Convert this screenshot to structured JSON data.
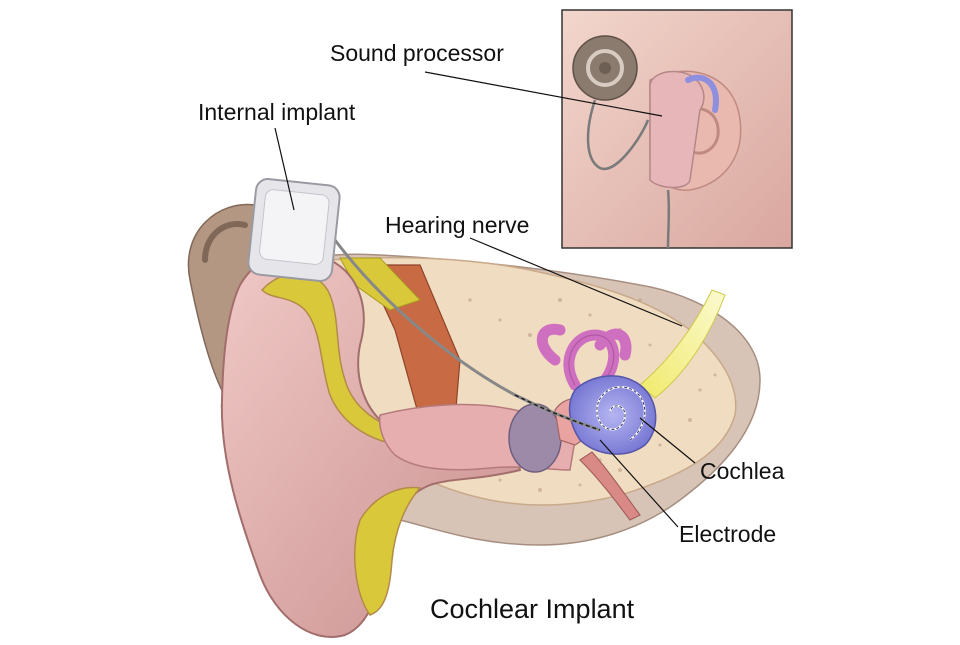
{
  "diagram": {
    "title": "Cochlear Implant",
    "labels": {
      "sound_processor": "Sound processor",
      "internal_implant": "Internal implant",
      "hearing_nerve": "Hearing nerve",
      "cochlea": "Cochlea",
      "electrode": "Electrode"
    }
  },
  "colors": {
    "skin": "#e8b8b6",
    "skin_dark": "#c98f8e",
    "bone": "#f0dcc0",
    "cartilage": "#d9c93a",
    "nerve": "#f2ef7a",
    "cochlea": "#8f8fe0",
    "canals": "#cf6fbf",
    "muscle": "#c86a44",
    "implant": "#e6e6ea",
    "processor": "#8b7a6e",
    "inset_bg": "#e8c9c0",
    "line": "#111111"
  }
}
